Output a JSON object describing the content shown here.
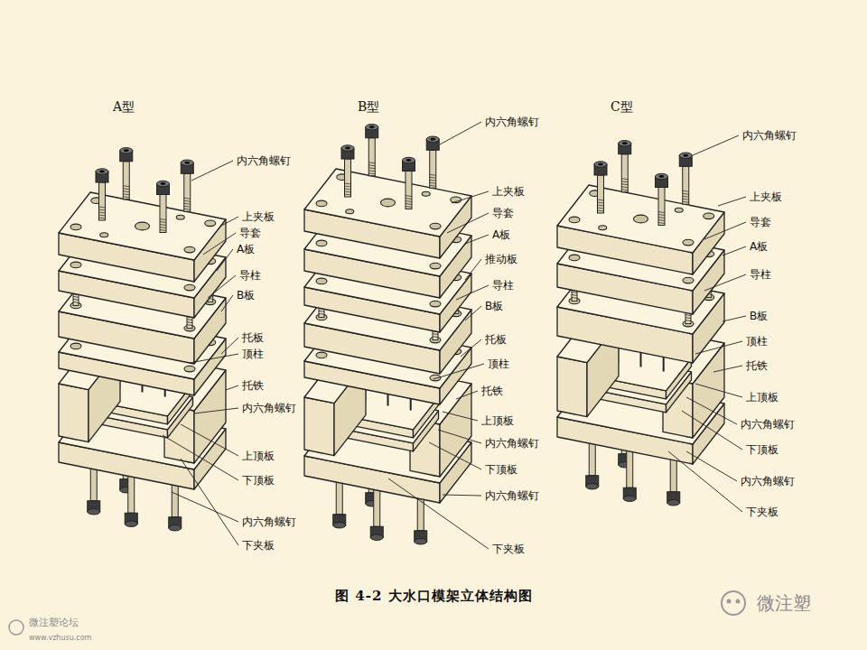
{
  "diagram": {
    "caption": "图 4-2 大水口模架立体结构图",
    "labels": [
      "A型",
      "内六角螺钉",
      "上夹板",
      "导套",
      "A板",
      "导柱",
      "B板",
      "托板",
      "顶柱",
      "托铁",
      "内六角螺钉",
      "上顶板",
      "下顶板",
      "内六角螺钉",
      "下夹板",
      "B型",
      "内六角螺钉",
      "上夹板",
      "导套",
      "A板",
      "推动板",
      "导柱",
      "B板",
      "托板",
      "顶柱",
      "托铁",
      "上顶板",
      "内六角螺钉",
      "下顶板",
      "内六角螺钉",
      "下夹板",
      "C型",
      "内六角螺钉",
      "上夹板",
      "导套",
      "A板",
      "导柱",
      "B板",
      "顶柱",
      "托铁",
      "上顶板",
      "内六角螺钉",
      "下顶板",
      "内六角螺钉",
      "下夹板",
      "微注塑",
      "微注塑论坛",
      "www.vzhusu.com"
    ]
  }
}
